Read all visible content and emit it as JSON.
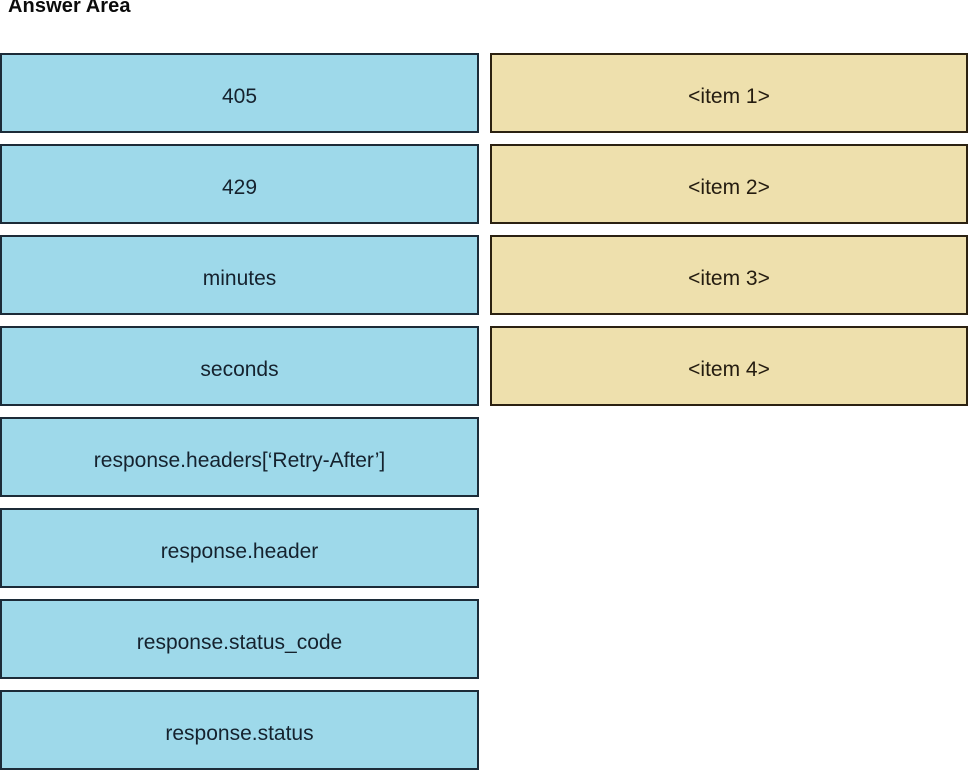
{
  "header": {
    "title": "Answer Area"
  },
  "colors": {
    "source_fill": "#9ed9ea",
    "source_border": "#1c2b38",
    "target_fill": "#eee0ad",
    "target_border": "#2b2111",
    "text": "#15222e",
    "page_background": "#ffffff"
  },
  "source_column": {
    "name": "draggable-options",
    "tiles": [
      {
        "label": "405"
      },
      {
        "label": "429"
      },
      {
        "label": "minutes"
      },
      {
        "label": "seconds"
      },
      {
        "label": "response.headers[‘Retry-After’]"
      },
      {
        "label": "response.header"
      },
      {
        "label": "response.status_code"
      },
      {
        "label": "response.status"
      }
    ]
  },
  "target_column": {
    "name": "answer-dropzones",
    "tiles": [
      {
        "label": "<item 1>"
      },
      {
        "label": "<item 2>"
      },
      {
        "label": "<item 3>"
      },
      {
        "label": "<item 4>"
      }
    ]
  }
}
